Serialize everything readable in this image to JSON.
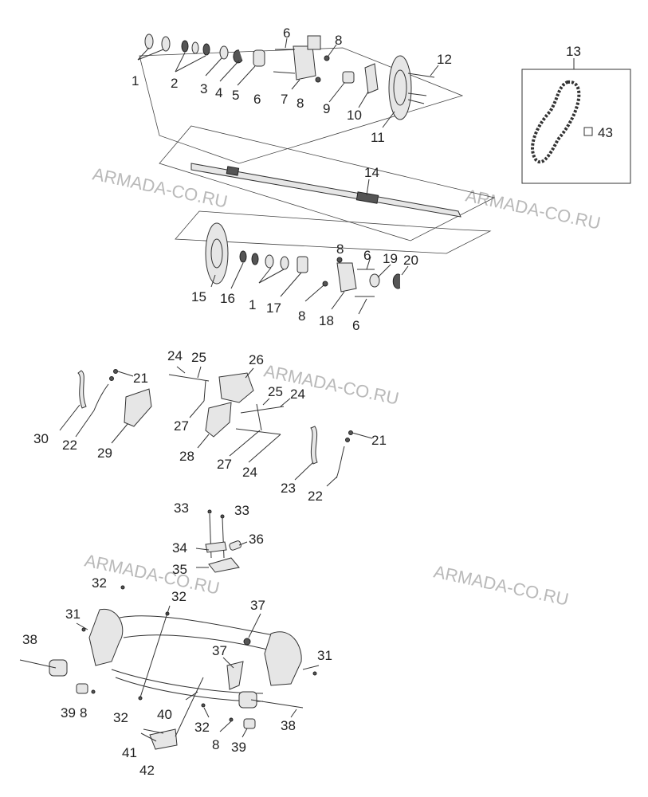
{
  "watermark_text": "ARMADA-CO.RU",
  "inset_label": "13",
  "inset_sub_label": "43",
  "callouts": {
    "c1a": "1",
    "c2": "2",
    "c3": "3",
    "c4": "4",
    "c5": "5",
    "c6a": "6",
    "c6b": "6",
    "c7": "7",
    "c8a": "8",
    "c8b": "8",
    "c9": "9",
    "c10": "10",
    "c11": "11",
    "c12": "12",
    "c14": "14",
    "c15": "15",
    "c16": "16",
    "c1b": "1",
    "c17": "17",
    "c8c": "8",
    "c8d": "8",
    "c6c": "6",
    "c6d": "6",
    "c18": "18",
    "c19": "19",
    "c20": "20",
    "c24a": "24",
    "c25a": "25",
    "c26": "26",
    "c25b": "25",
    "c24b": "24",
    "c21a": "21",
    "c21b": "21",
    "c30": "30",
    "c22a": "22",
    "c29": "29",
    "c27a": "27",
    "c28": "28",
    "c27b": "27",
    "c24c": "24",
    "c23": "23",
    "c22b": "22",
    "c33a": "33",
    "c33b": "33",
    "c34": "34",
    "c36": "36",
    "c35": "35",
    "c32a": "32",
    "c32b": "32",
    "c31a": "31",
    "c37a": "37",
    "c38a": "38",
    "c37b": "37",
    "c31b": "31",
    "c39a": "39",
    "c8e": "8",
    "c32c": "32",
    "c40": "40",
    "c32d": "32",
    "c38b": "38",
    "c41": "41",
    "c8f": "8",
    "c39b": "39",
    "c42": "42"
  }
}
